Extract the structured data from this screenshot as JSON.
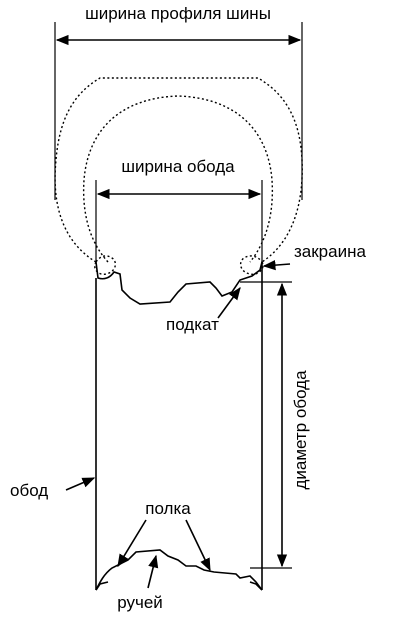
{
  "labels": {
    "tire_section_width": "ширина профиля шины",
    "rim_width": "ширина обода",
    "flange": "закраина",
    "hump": "подкат",
    "rim_diameter": "диаметр обода",
    "rim": "обод",
    "bead_seat": "полка",
    "well": "ручей"
  },
  "colors": {
    "line": "#000000",
    "background": "#ffffff"
  }
}
